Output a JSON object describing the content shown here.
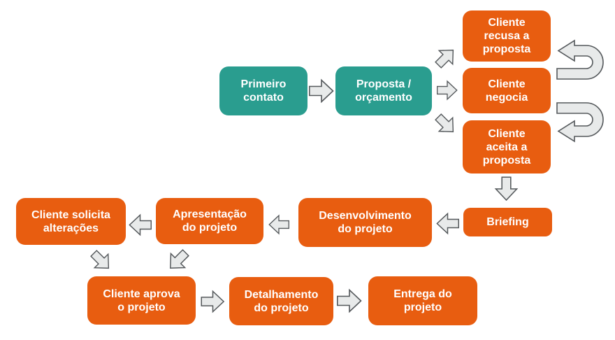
{
  "colors": {
    "teal": "#2a9d8f",
    "orange": "#e85d10",
    "arrow_fill": "#e8eaea",
    "arrow_stroke": "#54585b",
    "label_text": "#ffffff",
    "background": "#ffffff"
  },
  "nodes": {
    "primeiro_contato": {
      "label": "Primeiro\ncontato"
    },
    "proposta_orcamento": {
      "label": "Proposta /\norçamento"
    },
    "cliente_recusa": {
      "label": "Cliente\nrecusa a\nproposta"
    },
    "cliente_negocia": {
      "label": "Cliente\nnegocia"
    },
    "cliente_aceita": {
      "label": "Cliente\naceita a\nproposta"
    },
    "briefing": {
      "label": "Briefing"
    },
    "desenvolvimento": {
      "label": "Desenvolvimento\ndo projeto"
    },
    "apresentacao": {
      "label": "Apresentação\ndo projeto"
    },
    "solicita_alteracoes": {
      "label": "Cliente solicita\nalterações"
    },
    "cliente_aprova": {
      "label": "Cliente aprova\no projeto"
    },
    "detalhamento": {
      "label": "Detalhamento\ndo projeto"
    },
    "entrega": {
      "label": "Entrega do\nprojeto"
    }
  },
  "edges": [
    {
      "from": "primeiro_contato",
      "to": "proposta_orcamento",
      "style": "straight"
    },
    {
      "from": "proposta_orcamento",
      "to": "cliente_recusa",
      "style": "diagonal-up"
    },
    {
      "from": "proposta_orcamento",
      "to": "cliente_negocia",
      "style": "straight"
    },
    {
      "from": "proposta_orcamento",
      "to": "cliente_aceita",
      "style": "diagonal-down"
    },
    {
      "from": "cliente_negocia",
      "to": "cliente_recusa",
      "style": "u-turn-up"
    },
    {
      "from": "cliente_negocia",
      "to": "cliente_aceita",
      "style": "u-turn-down"
    },
    {
      "from": "cliente_aceita",
      "to": "briefing",
      "style": "straight"
    },
    {
      "from": "briefing",
      "to": "desenvolvimento",
      "style": "straight"
    },
    {
      "from": "desenvolvimento",
      "to": "apresentacao",
      "style": "straight"
    },
    {
      "from": "apresentacao",
      "to": "solicita_alteracoes",
      "style": "straight"
    },
    {
      "from": "solicita_alteracoes",
      "to": "cliente_aprova",
      "style": "diagonal-down"
    },
    {
      "from": "apresentacao",
      "to": "cliente_aprova",
      "style": "diagonal-down"
    },
    {
      "from": "cliente_aprova",
      "to": "detalhamento",
      "style": "straight"
    },
    {
      "from": "detalhamento",
      "to": "entrega",
      "style": "straight"
    }
  ]
}
